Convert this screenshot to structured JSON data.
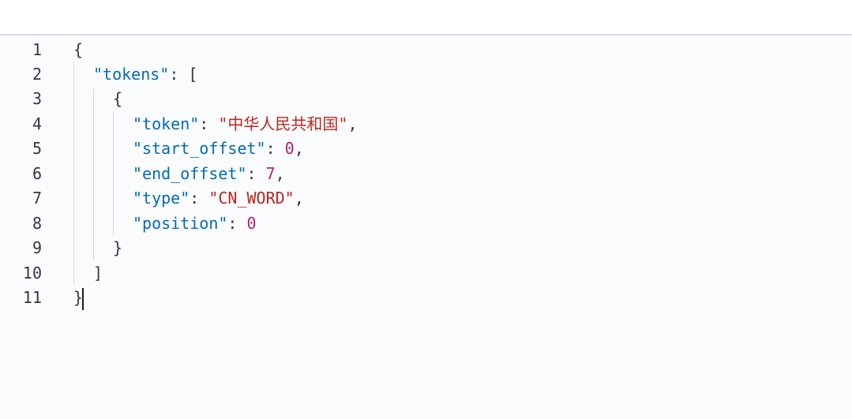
{
  "editor": {
    "line_numbers": [
      "1",
      "2",
      "3",
      "4",
      "5",
      "6",
      "7",
      "8",
      "9",
      "10",
      "11"
    ],
    "lines": {
      "l1": {
        "open_brace": "{"
      },
      "l2": {
        "key": "\"tokens\"",
        "sep": ": ",
        "open_bracket": "["
      },
      "l3": {
        "open_brace": "{"
      },
      "l4": {
        "key": "\"token\"",
        "sep": ": ",
        "value": "\"中华人民共和国\"",
        "comma": ","
      },
      "l5": {
        "key": "\"start_offset\"",
        "sep": ": ",
        "value": "0",
        "comma": ","
      },
      "l6": {
        "key": "\"end_offset\"",
        "sep": ": ",
        "value": "7",
        "comma": ","
      },
      "l7": {
        "key": "\"type\"",
        "sep": ": ",
        "value": "\"CN_WORD\"",
        "comma": ","
      },
      "l8": {
        "key": "\"position\"",
        "sep": ": ",
        "value": "0"
      },
      "l9": {
        "close_brace": "}"
      },
      "l10": {
        "close_bracket": "]"
      },
      "l11": {
        "close_brace": "}"
      }
    },
    "colors": {
      "key": "#006bb8",
      "string": "#bd271e",
      "number": "#bc1e70",
      "background": "#fafbfd"
    }
  }
}
